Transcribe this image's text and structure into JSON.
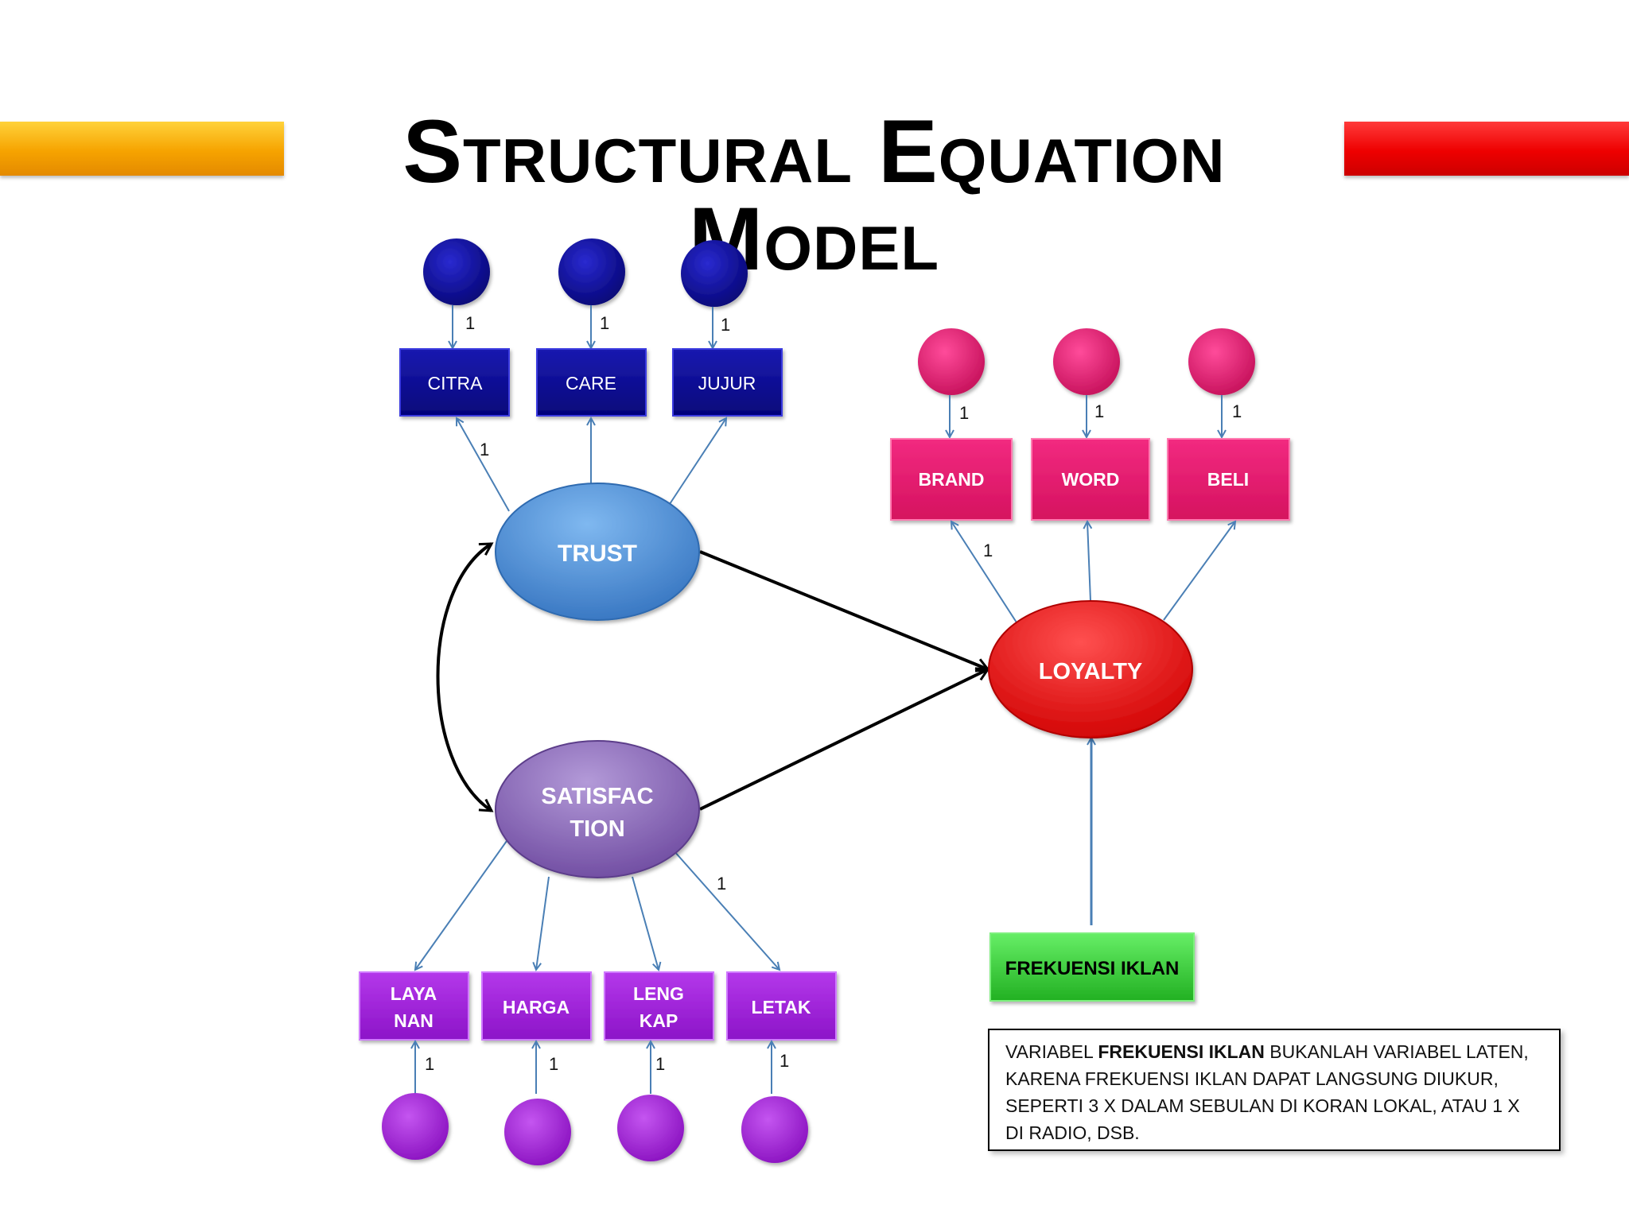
{
  "title": "Structural Equation Model",
  "colors": {
    "bar_left": "#f6a300",
    "bar_right": "#ee0000",
    "trust_group": "#0a0a96",
    "loyalty_indicators": "#e6156f",
    "satisfaction_group": "#a020d8",
    "trust_latent": "#4a8fd6",
    "satisfaction_latent": "#8b67b8",
    "loyalty_latent": "#ee0000",
    "frekuensi": "#33cc33",
    "path_arrow": "#4a7fb5",
    "structural_arrow": "#000000"
  },
  "latents": {
    "trust": "TRUST",
    "satisfaction_line1": "SATISFAC",
    "satisfaction_line2": "TION",
    "loyalty": "LOYALTY"
  },
  "indicators": {
    "trust": [
      "CITRA",
      "CARE",
      "JUJUR"
    ],
    "loyalty": [
      "BRAND",
      "WORD",
      "BELI"
    ],
    "satisfaction": [
      {
        "line1": "LAYA",
        "line2": "NAN"
      },
      {
        "line1": "HARGA",
        "line2": ""
      },
      {
        "line1": "LENG",
        "line2": "KAP"
      },
      {
        "line1": "LETAK",
        "line2": ""
      }
    ]
  },
  "observed": {
    "frekuensi_iklan": "FREKUENSI IKLAN"
  },
  "path_label": "1",
  "note": {
    "prefix": "VARIABEL ",
    "bold": "FREKUENSI IKLAN",
    "suffix": " BUKANLAH VARIABEL LATEN, KARENA FREKUENSI IKLAN DAPAT LANGSUNG DIUKUR, SEPERTI 3 X DALAM SEBULAN DI KORAN LOKAL, ATAU 1 X DI RADIO, DSB."
  }
}
